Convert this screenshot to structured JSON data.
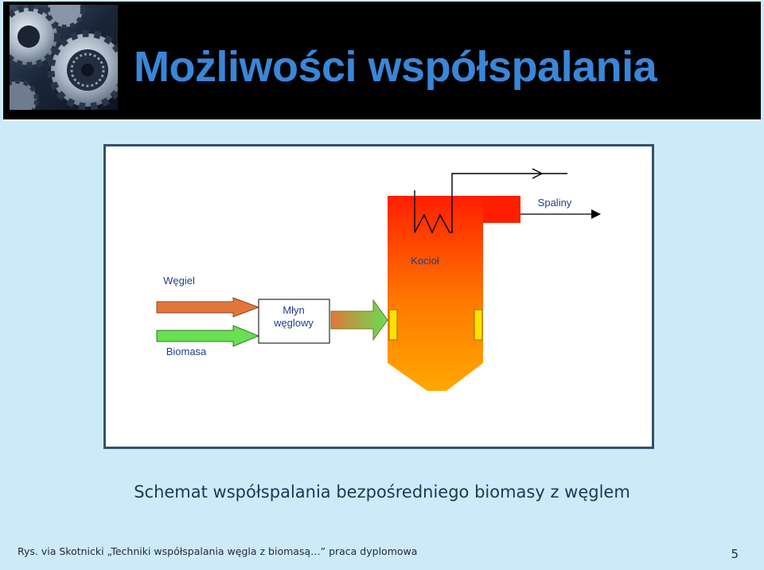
{
  "slide": {
    "title": "Możliwości współspalania",
    "caption": "Schemat współspalania bezpośredniego biomasy z węglem",
    "source": "Rys. via Skotnicki „Techniki współspalania węgla z biomasą…” praca dyplomowa",
    "page_number": "5"
  },
  "diagram": {
    "labels": {
      "spaliny": "Spaliny",
      "kociol": "Kocioł",
      "wegiel": "Węgiel",
      "mlyn_line1": "Młyn",
      "mlyn_line2": "węglowy",
      "biomasa": "Biomasa"
    },
    "colors": {
      "label_text": "#1f3f8f",
      "coal_arrow": "#e2763a",
      "biomass_arrow": "#69df52",
      "boiler_bottom": "#ffa800",
      "boiler_top": "#ff1e00",
      "burner": "#ffe000",
      "frame": "#35506f"
    },
    "icons": [
      "gears-image"
    ]
  }
}
